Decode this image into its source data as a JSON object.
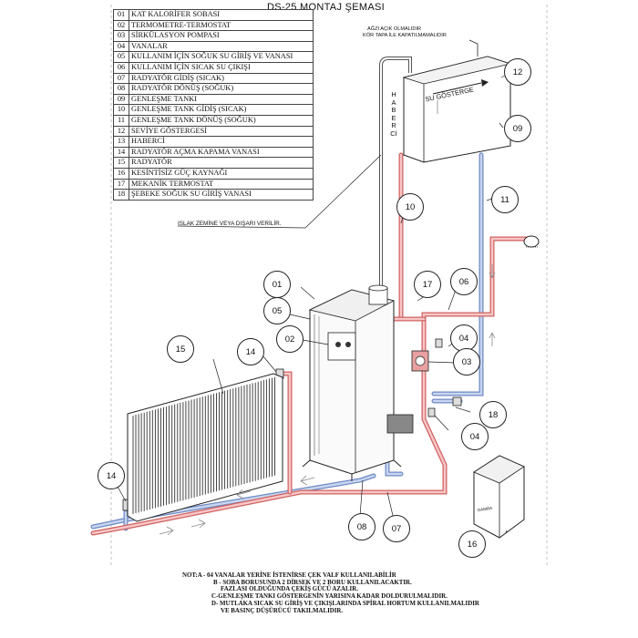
{
  "title": "DS-25 MONTAJ ŞEMASI",
  "legend": [
    {
      "no": "01",
      "label": "KAT KALORİFER SOBASI"
    },
    {
      "no": "02",
      "label": "TERMOMETRE-TERMOSTAT"
    },
    {
      "no": "03",
      "label": "SİRKÜLASYON POMPASI"
    },
    {
      "no": "04",
      "label": "VANALAR"
    },
    {
      "no": "05",
      "label": "KULLANIM İÇİN SOĞUK SU GİRİŞ VE VANASI"
    },
    {
      "no": "06",
      "label": "KULLANIM İÇİN SICAK SU ÇIKIŞI"
    },
    {
      "no": "07",
      "label": "RADYATÖR GİDİŞ (SICAK)"
    },
    {
      "no": "08",
      "label": "RADYATÖR DÖNÜŞ (SOĞUK)"
    },
    {
      "no": "09",
      "label": "GENLEŞME TANKI"
    },
    {
      "no": "10",
      "label": "GENLEŞME TANK GİDİŞ (SICAK)"
    },
    {
      "no": "11",
      "label": "GENLEŞME TANK DÖNÜŞ (SOĞUK)"
    },
    {
      "no": "12",
      "label": "SEVİYE GÖSTERGESİ"
    },
    {
      "no": "13",
      "label": "HABERCİ"
    },
    {
      "no": "14",
      "label": "RADYATÖR AÇMA KAPAMA VANASI"
    },
    {
      "no": "15",
      "label": "RADYATÖR"
    },
    {
      "no": "16",
      "label": "KESİNTİSİZ GÜÇ KAYNAĞI"
    },
    {
      "no": "17",
      "label": "MEKANİK TERMOSTAT"
    },
    {
      "no": "18",
      "label": "ŞEBEKE SOĞUK SU GİRİŞ VANASI"
    }
  ],
  "top_note": {
    "line1": "AĞZI AÇIK OLMALIDIR",
    "line2": "KÖR TAPA İLE KAPATILMAMALIDIR"
  },
  "floor_note": "ISLAK ZEMİNE VEYA DIŞARI VERİLİR.",
  "tank_label": "SU GÖSTERGE",
  "haberci_label": "HABERCİ",
  "device_label": "DAMRA",
  "callouts": [
    {
      "id": "12",
      "text": "12"
    },
    {
      "id": "09",
      "text": "09"
    },
    {
      "id": "10",
      "text": "10"
    },
    {
      "id": "11",
      "text": "11"
    },
    {
      "id": "01",
      "text": "01"
    },
    {
      "id": "17",
      "text": "17"
    },
    {
      "id": "06",
      "text": "06"
    },
    {
      "id": "05",
      "text": "05"
    },
    {
      "id": "02",
      "text": "02"
    },
    {
      "id": "04a",
      "text": "04"
    },
    {
      "id": "03",
      "text": "03"
    },
    {
      "id": "15",
      "text": "15"
    },
    {
      "id": "14a",
      "text": "14"
    },
    {
      "id": "18",
      "text": "18"
    },
    {
      "id": "04b",
      "text": "04"
    },
    {
      "id": "14b",
      "text": "14"
    },
    {
      "id": "08",
      "text": "08"
    },
    {
      "id": "07",
      "text": "07"
    },
    {
      "id": "16",
      "text": "16"
    }
  ],
  "notes": [
    "NOT:A - 04 VANALAR YERİNE İSTENİRSE ÇEK VALF KULLANILABİLİR",
    "B - SOBA BORUSUNDA 2 DİRSEK VE 2 BORU KULLANILACAKTIR.",
    "FAZLASI OLDUĞUNDA ÇEKİŞ GÜCÜ AZALIR.",
    "C-GENLEŞME TANKI GÖSTERGENİN YARISINA KADAR DOLDURULMALIDIR.",
    "D- MUTLAKA SICAK SU GİRİŞ VE ÇIKIŞLARINDA SPİRAL  HORTUM KULLANILMALIDIR",
    "VE BASINÇ DÜŞÜRÜCÜ TAKILMALIDIR."
  ],
  "colors": {
    "hot": "#e07a7a",
    "cold": "#8fa9d8",
    "line": "#222222"
  }
}
